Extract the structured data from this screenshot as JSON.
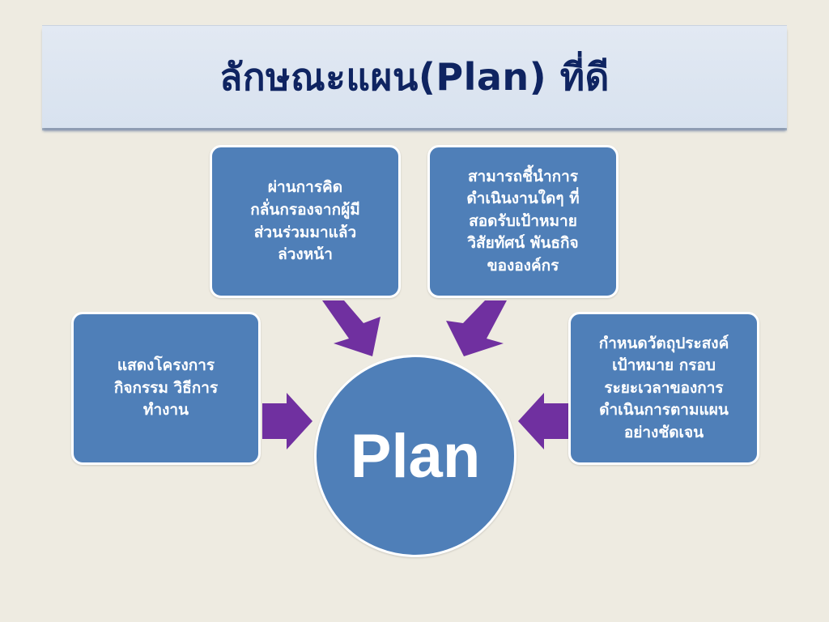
{
  "title": "ลักษณะแผน(Plan) ที่ดี",
  "center": {
    "label": "Plan"
  },
  "boxes": {
    "top_left": {
      "lines": [
        "ผ่านการคิด",
        "กลั่นกรองจากผู้มี",
        "ส่วนร่วมมาแล้ว",
        "ล่วงหน้า"
      ]
    },
    "top_right": {
      "lines": [
        "สามารถชี้นำการ",
        "ดำเนินงานใดๆ ที่",
        "สอดรับเป้าหมาย",
        "วิสัยทัศน์ พันธกิจ",
        "ขององค์กร"
      ]
    },
    "left": {
      "lines": [
        "แสดงโครงการ",
        "กิจกรรม วิธีการ",
        "ทำงาน"
      ]
    },
    "right": {
      "lines": [
        "กำหนดวัตถุประสงค์",
        "เป้าหมาย กรอบ",
        "ระยะเวลาของการ",
        "ดำเนินการตามแผน",
        "อย่างชัดเจน"
      ]
    }
  },
  "colors": {
    "background": "#eeebe1",
    "title_bar": "#dce5f0",
    "title_text": "#0f2461",
    "shape_fill": "#4f7fb8",
    "arrow_fill": "#7030a0"
  }
}
